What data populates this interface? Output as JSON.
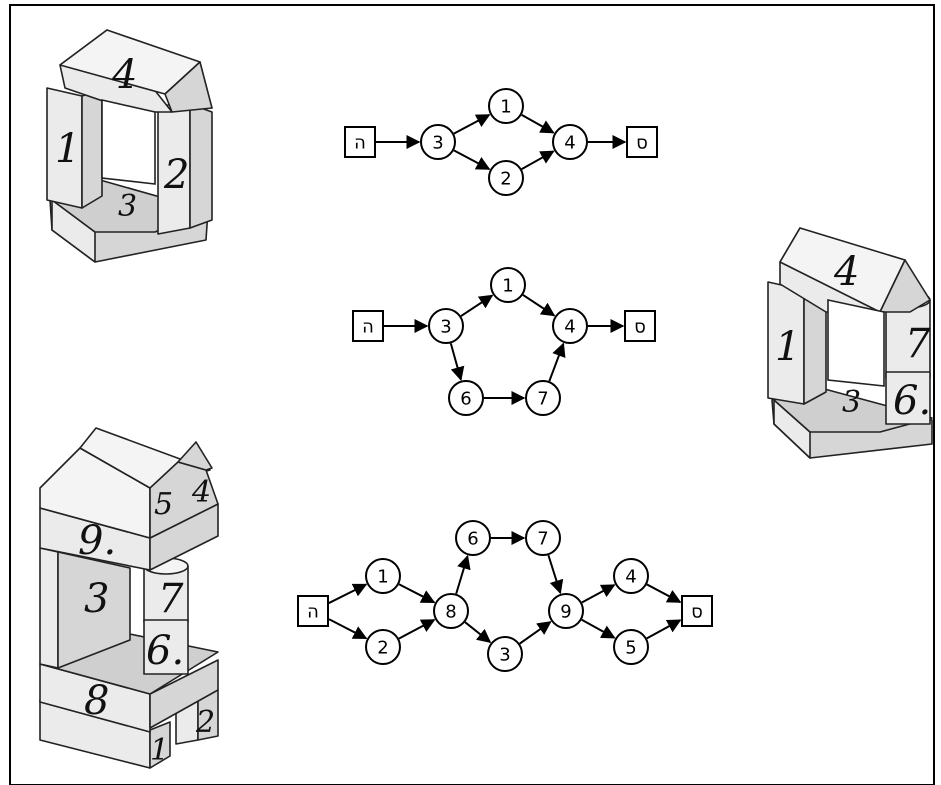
{
  "structures": {
    "a": {
      "labels": [
        "4",
        "1",
        "2",
        "3"
      ]
    },
    "b": {
      "labels": [
        "4",
        "1",
        "7",
        "6.",
        "3"
      ]
    },
    "c": {
      "labels": [
        "5",
        "4",
        "9.",
        "3",
        "7",
        "6.",
        "8",
        "1",
        "2"
      ]
    }
  },
  "graphs": [
    {
      "name": "graph-a",
      "start": "ה",
      "end": "ס",
      "nodes": [
        "3",
        "1",
        "2",
        "4"
      ],
      "edges": [
        [
          "ה",
          "3"
        ],
        [
          "3",
          "1"
        ],
        [
          "3",
          "2"
        ],
        [
          "1",
          "4"
        ],
        [
          "2",
          "4"
        ],
        [
          "4",
          "ס"
        ]
      ]
    },
    {
      "name": "graph-b",
      "start": "ה",
      "end": "ס",
      "nodes": [
        "3",
        "1",
        "4",
        "6",
        "7"
      ],
      "edges": [
        [
          "ה",
          "3"
        ],
        [
          "3",
          "1"
        ],
        [
          "1",
          "4"
        ],
        [
          "3",
          "6"
        ],
        [
          "6",
          "7"
        ],
        [
          "7",
          "4"
        ],
        [
          "4",
          "ס"
        ]
      ]
    },
    {
      "name": "graph-c",
      "start": "ה",
      "end": "ס",
      "nodes": [
        "1",
        "2",
        "8",
        "6",
        "7",
        "3",
        "9",
        "4",
        "5"
      ],
      "edges": [
        [
          "ה",
          "1"
        ],
        [
          "ה",
          "2"
        ],
        [
          "1",
          "8"
        ],
        [
          "2",
          "8"
        ],
        [
          "8",
          "6"
        ],
        [
          "6",
          "7"
        ],
        [
          "7",
          "9"
        ],
        [
          "8",
          "3"
        ],
        [
          "3",
          "9"
        ],
        [
          "9",
          "4"
        ],
        [
          "9",
          "5"
        ],
        [
          "4",
          "ס"
        ],
        [
          "5",
          "ס"
        ]
      ]
    }
  ]
}
